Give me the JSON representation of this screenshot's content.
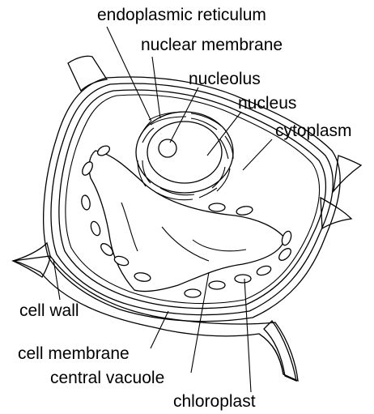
{
  "labels": {
    "endoplasmic_reticulum": "endoplasmic reticulum",
    "nuclear_membrane": "nuclear membrane",
    "nucleolus": "nucleolus",
    "nucleus": "nucleus",
    "cytoplasm": "cytoplasm",
    "cell_wall": "cell wall",
    "cell_membrane": "cell membrane",
    "central_vacuole": "central vacuole",
    "chloroplast": "chloroplast"
  }
}
